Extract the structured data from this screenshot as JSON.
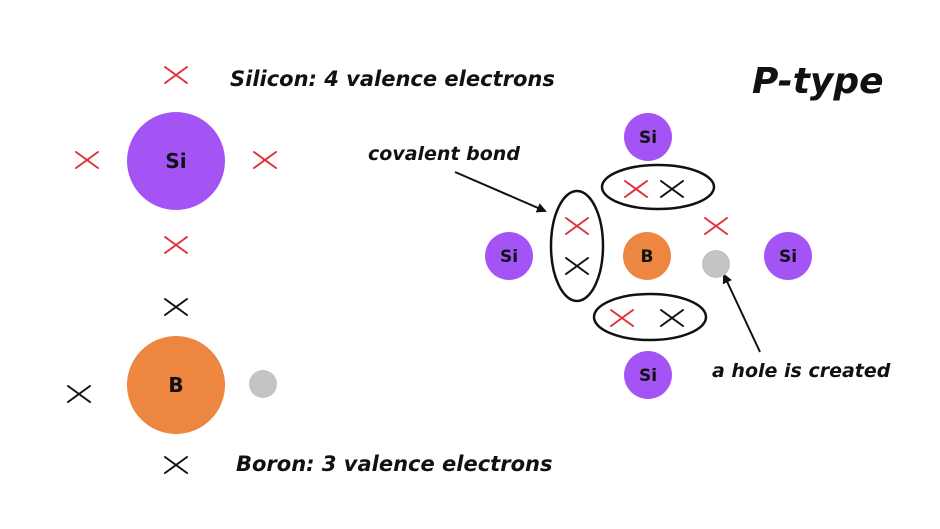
{
  "title": "P-type",
  "silicon_caption": "Silicon: 4 valence electrons",
  "boron_caption": "Boron: 3 valence electrons",
  "covalent_bond_label": "covalent bond",
  "hole_label": "a hole is created",
  "atoms": {
    "silicon_symbol": "Si",
    "boron_symbol": "B"
  },
  "colors": {
    "silicon": "#a453f4",
    "boron": "#ec8641",
    "hole": "#c4c4c4",
    "silicon_electron": "#e0323c",
    "boron_electron": "#111111",
    "outline": "#111111"
  }
}
